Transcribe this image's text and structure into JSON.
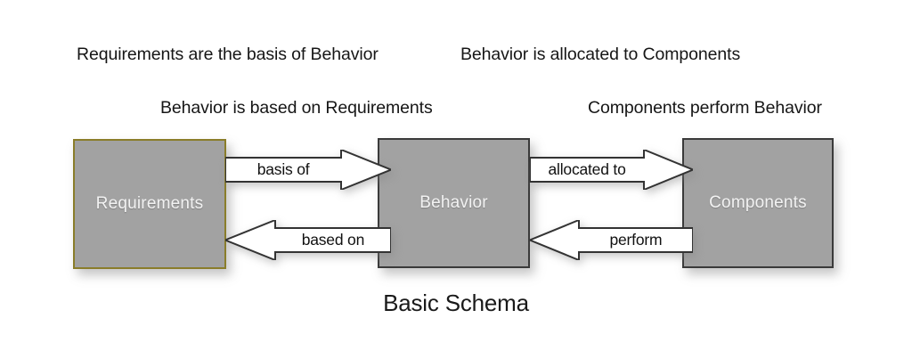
{
  "diagram": {
    "title": "Basic Schema",
    "background_color": "#ffffff",
    "node_fill_color": "#a2a2a2",
    "node_label_color": "#f2f2f2",
    "selected_node_border_color": "#8a7d2a",
    "node_border_color": "#3a3a3a",
    "arrow_fill_color": "#ffffff",
    "arrow_outline_color": "#333333",
    "text_color": "#161616",
    "captions": [
      {
        "id": "requirements-basis-of-behavior",
        "text": "Requirements are the basis of Behavior"
      },
      {
        "id": "behavior-allocated-to-components",
        "text": "Behavior is allocated to Components"
      },
      {
        "id": "behavior-based-on-requirements",
        "text": "Behavior is based on Requirements"
      },
      {
        "id": "components-perform-behavior",
        "text": "Components perform Behavior"
      }
    ],
    "nodes": [
      {
        "id": "requirements",
        "label": "Requirements",
        "selected": true
      },
      {
        "id": "behavior",
        "label": "Behavior",
        "selected": false
      },
      {
        "id": "components",
        "label": "Components",
        "selected": false
      }
    ],
    "arrows": [
      {
        "id": "basis-of",
        "label": "basis of",
        "direction": "right",
        "from": "Requirements",
        "to": "Behavior"
      },
      {
        "id": "based-on",
        "label": "based on",
        "direction": "left",
        "from": "Behavior",
        "to": "Requirements"
      },
      {
        "id": "allocated-to",
        "label": "allocated to",
        "direction": "right",
        "from": "Behavior",
        "to": "Components"
      },
      {
        "id": "perform",
        "label": "perform",
        "direction": "left",
        "from": "Components",
        "to": "Behavior"
      }
    ]
  }
}
